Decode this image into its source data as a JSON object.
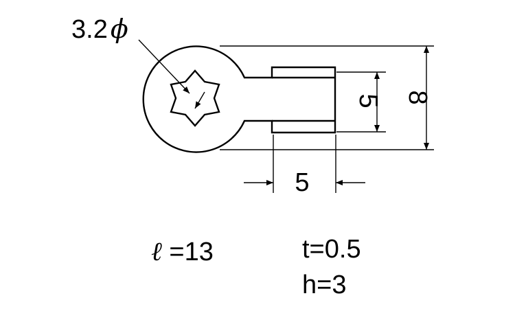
{
  "dimensions": {
    "hole_diameter": "3.2",
    "diameter_symbol": "ϕ",
    "tab_width": "5",
    "tab_height": "5",
    "overall_height": "8"
  },
  "specs": {
    "length_symbol": "ℓ",
    "length": " =13",
    "thickness": "t=0.5",
    "height": "h=3"
  }
}
